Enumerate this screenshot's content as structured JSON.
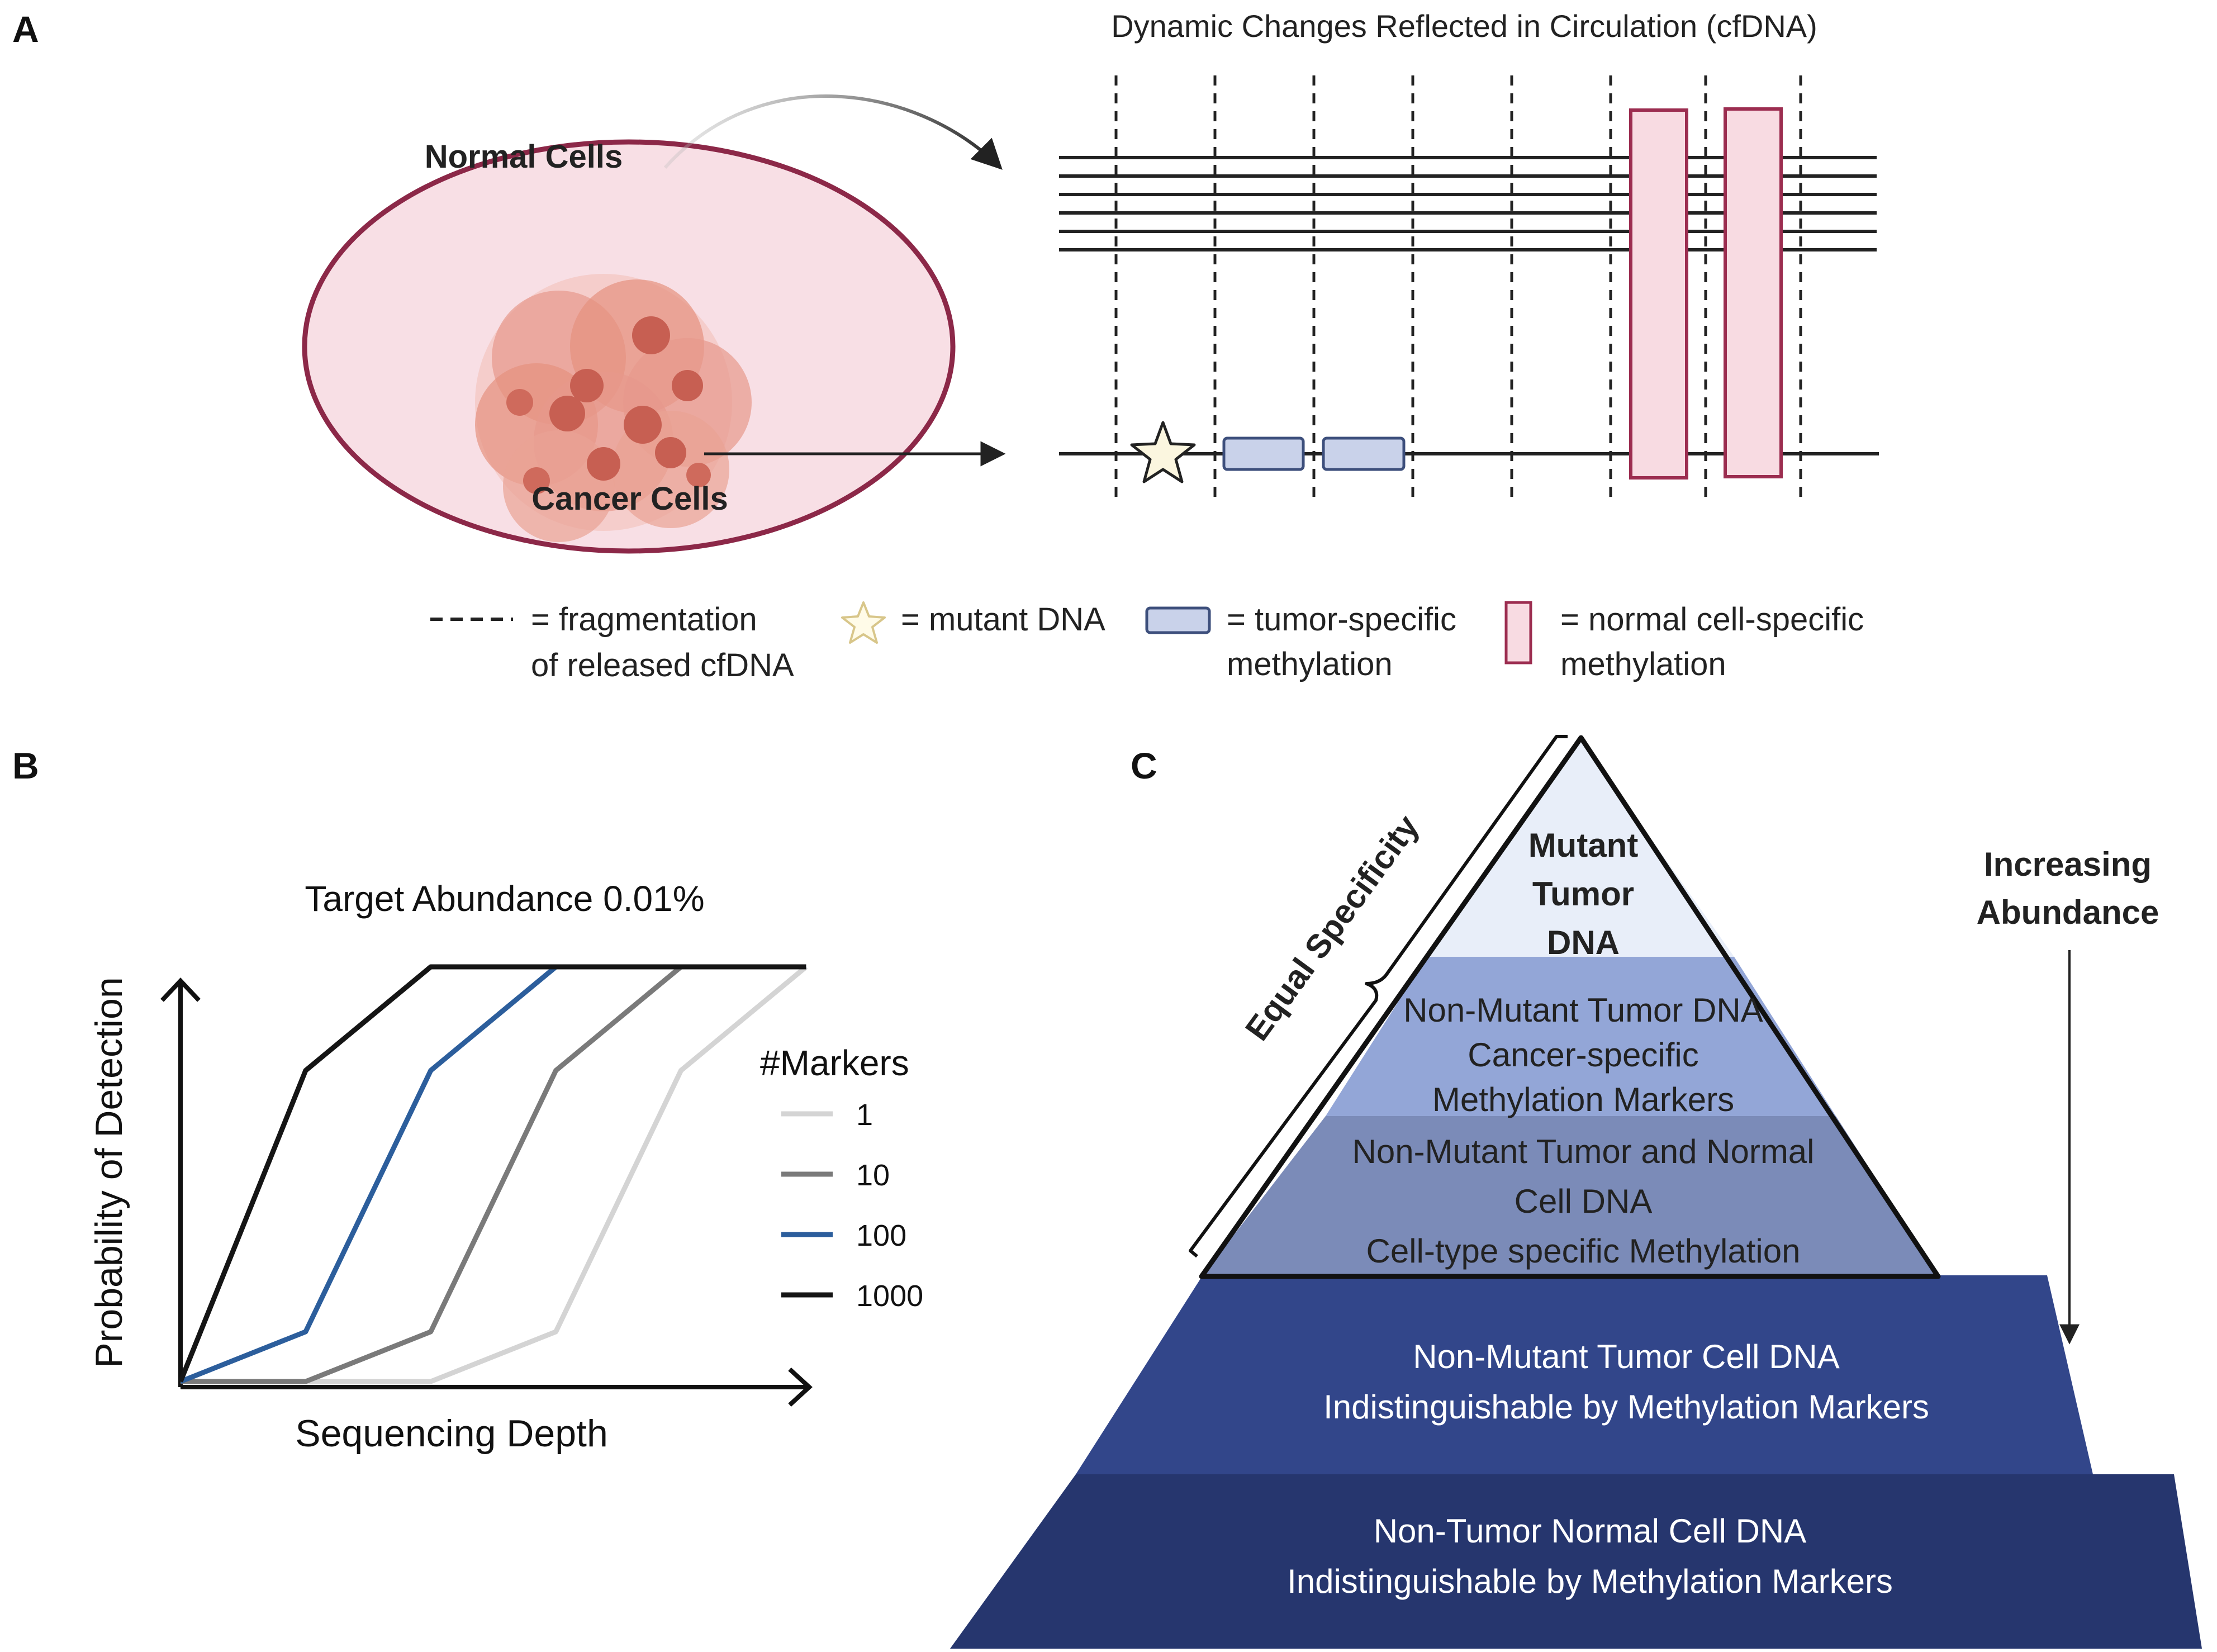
{
  "panels": {
    "a": "A",
    "b": "B",
    "c": "C"
  },
  "panel_a": {
    "title": "Dynamic Changes Reflected in Circulation (cfDNA)",
    "normal_cells_label": "Normal Cells",
    "cancer_cells_label": "Cancer Cells",
    "legend": {
      "fragmentation_line1": "= fragmentation",
      "fragmentation_line2": "of released cfDNA",
      "mutant": "= mutant DNA",
      "tumor_line1": "= tumor-specific",
      "tumor_line2": "methylation",
      "normal_line1": "= normal cell-specific",
      "normal_line2": "methylation"
    },
    "colors": {
      "circle_fill": "#f8dfe5",
      "circle_stroke": "#8c2848",
      "cell_fill": "#e08a7a",
      "tumor_box": "#c9d2ea",
      "tumor_box_stroke": "#3d4f7c",
      "normal_box": "#f8dbe2",
      "normal_box_stroke": "#9c2d50",
      "star_fill": "#fbf6df"
    }
  },
  "panel_b": {
    "chart_data": {
      "type": "line",
      "title": "Target Abundance 0.01%",
      "xlabel": "Sequencing Depth",
      "ylabel": "Probability of Detection",
      "legend_title": "#Markers",
      "legend_position": "right",
      "xlim": [
        0,
        5
      ],
      "ylim": [
        0,
        1
      ],
      "series": [
        {
          "name": "1",
          "color": "#d4d4d4",
          "x": [
            0,
            2,
            3,
            4,
            5
          ],
          "y": [
            0,
            0,
            0.12,
            0.75,
            1
          ]
        },
        {
          "name": "10",
          "color": "#7a7a7a",
          "x": [
            0,
            1,
            2,
            3,
            4,
            5
          ],
          "y": [
            0,
            0,
            0.12,
            0.75,
            1,
            1
          ]
        },
        {
          "name": "100",
          "color": "#2c5e9c",
          "x": [
            0,
            1,
            2,
            3,
            5
          ],
          "y": [
            0,
            0.12,
            0.75,
            1,
            1
          ]
        },
        {
          "name": "1000",
          "color": "#151515",
          "x": [
            0,
            1,
            2,
            5
          ],
          "y": [
            0,
            0.75,
            1,
            1
          ]
        }
      ]
    }
  },
  "panel_c": {
    "equal_specificity": "Equal Specificity",
    "increasing_abundance_line1": "Increasing",
    "increasing_abundance_line2": "Abundance",
    "tiers": [
      {
        "lines": [
          "Mutant",
          "Tumor",
          "DNA"
        ],
        "color": "#e8eef9"
      },
      {
        "lines": [
          "Non-Mutant Tumor DNA",
          "Cancer-specific",
          "Methylation Markers"
        ],
        "color": "#93a6d7"
      },
      {
        "lines": [
          "Non-Mutant Tumor and Normal",
          "Cell DNA",
          "Cell-type specific Methylation"
        ],
        "color": "#7b8bb8"
      },
      {
        "lines": [
          "Non-Mutant Tumor Cell DNA",
          "Indistinguishable by Methylation Markers"
        ],
        "color": "#32468a"
      },
      {
        "lines": [
          "Non-Tumor Normal Cell DNA",
          "Indistinguishable by Methylation Markers"
        ],
        "color": "#26366e"
      }
    ]
  }
}
